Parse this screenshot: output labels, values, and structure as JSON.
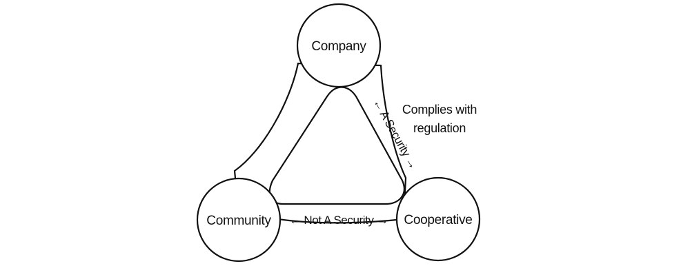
{
  "nodes": {
    "company": "Company",
    "community": "Community",
    "cooperative": "Cooperative"
  },
  "edges": {
    "company_cooperative": "← A Security →",
    "community_cooperative": "← Not A Security →"
  },
  "annotation": {
    "line1": "Complies with",
    "line2": "regulation"
  }
}
